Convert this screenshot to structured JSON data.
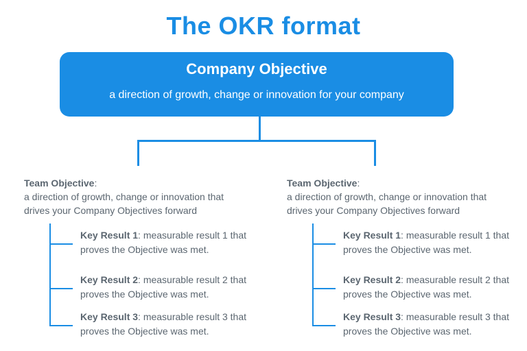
{
  "title": "The OKR format",
  "company": {
    "title": "Company Objective",
    "description": "a direction of growth, change or innovation for your company"
  },
  "teams": [
    {
      "label": "Team Objective",
      "colon": ":",
      "line1": "a direction of growth, change or innovation that",
      "line2": "drives your Company Objectives forward",
      "key_results": [
        {
          "label": "Key Result 1",
          "text1": ": measurable result 1 that",
          "text2": "proves the Objective was met."
        },
        {
          "label": "Key Result 2",
          "text1": ": measurable result 2 that",
          "text2": "proves the Objective was met."
        },
        {
          "label": "Key Result 3",
          "text1": ": measurable result 3 that",
          "text2": "proves the Objective was met."
        }
      ]
    },
    {
      "label": "Team Objective",
      "colon": ":",
      "line1": "a direction of growth, change or innovation that",
      "line2": "drives your Company Objectives forward",
      "key_results": [
        {
          "label": "Key Result 1",
          "text1": ": measurable result 1 that",
          "text2": "proves the Objective was met."
        },
        {
          "label": "Key Result 2",
          "text1": ": measurable result 2 that",
          "text2": "proves the Objective was met."
        },
        {
          "label": "Key Result 3",
          "text1": ": measurable result 3 that",
          "text2": "proves the Objective was met."
        }
      ]
    }
  ],
  "colors": {
    "accent": "#1a8de4",
    "text": "#5b6670",
    "on_accent": "#ffffff"
  }
}
